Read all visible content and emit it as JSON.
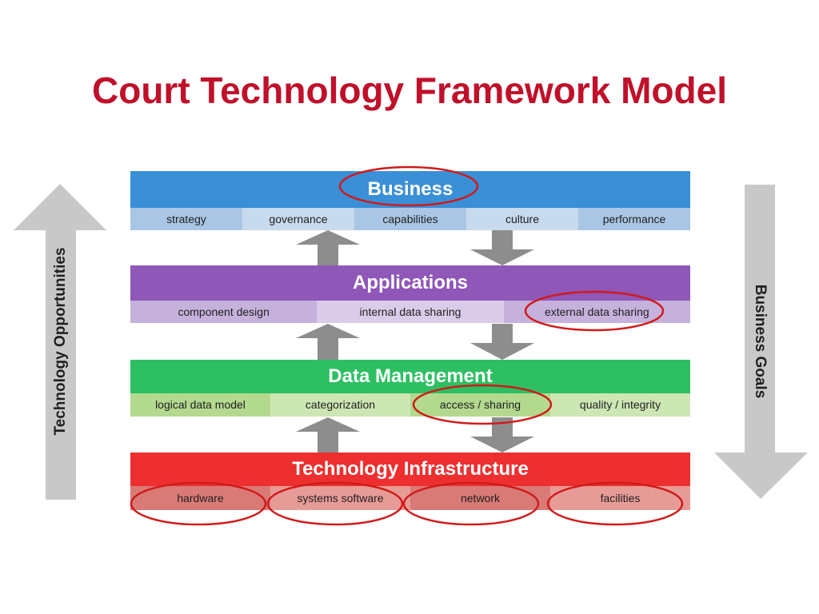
{
  "title": "Court Technology Framework Model",
  "side_labels": {
    "left": "Technology Opportunities",
    "right": "Business Goals"
  },
  "layers": [
    {
      "name": "Business",
      "color": "#3a8fd6",
      "items": [
        "strategy",
        "governance",
        "capabilities",
        "culture",
        "performance"
      ]
    },
    {
      "name": "Applications",
      "color": "#8e57b8",
      "items": [
        "component design",
        "internal data sharing",
        "external data sharing"
      ]
    },
    {
      "name": "Data Management",
      "color": "#2ebf63",
      "items": [
        "logical data model",
        "categorization",
        "access / sharing",
        "quality / integrity"
      ]
    },
    {
      "name": "Technology Infrastructure",
      "color": "#ee2f2f",
      "items": [
        "hardware",
        "systems software",
        "network",
        "facilities"
      ]
    }
  ],
  "highlight_color": "#d11a1a"
}
